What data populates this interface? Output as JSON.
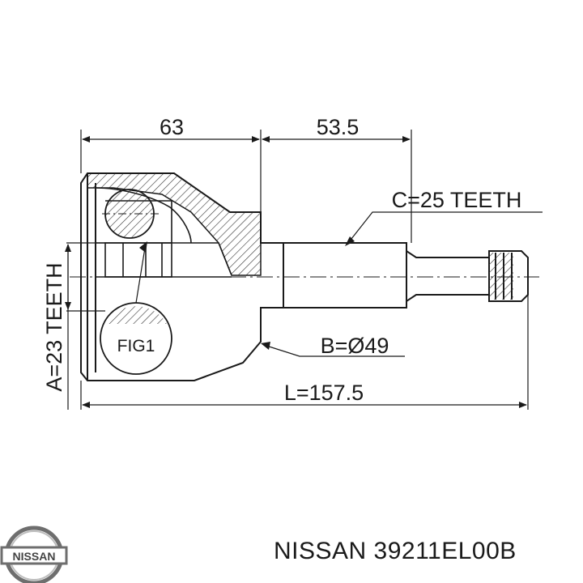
{
  "dimensions": {
    "housing_length": "63",
    "shaft_length": "53.5",
    "outer_teeth": "C=25 TEETH",
    "inner_teeth": "A=23 TEETH",
    "diameter": "B=Ø49",
    "total_length": "L=157.5",
    "figure_label": "FIG1"
  },
  "brand": {
    "logo_text": "NISSAN",
    "caption": "NISSAN 39211EL00B"
  },
  "colors": {
    "line": "#1a1a1a",
    "hatch": "#333333",
    "background": "#ffffff"
  }
}
